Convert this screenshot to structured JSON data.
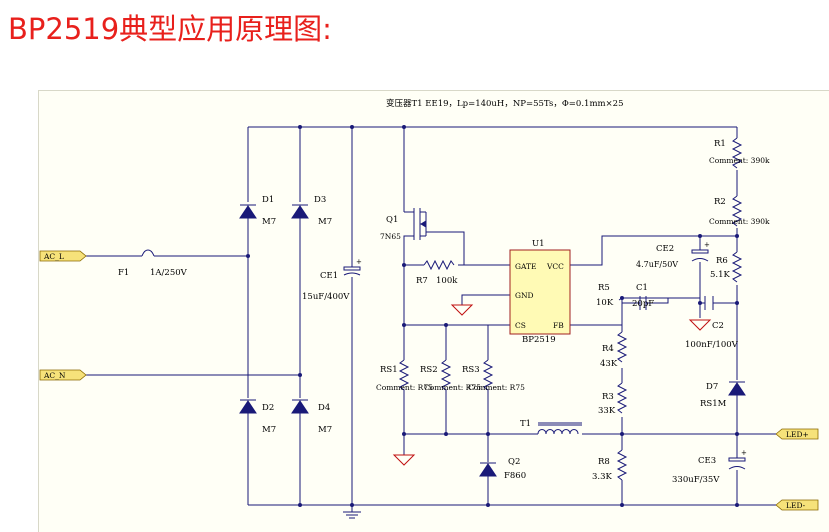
{
  "heading": {
    "text": "BP2519典型应用原理图:",
    "color": "#e8201c"
  },
  "schematic": {
    "transformer_note": "变压器T1    EE19，Lp=140uH，NP=55Ts，Φ=0.1mm×25",
    "ports": {
      "ac_l": "AC_L",
      "ac_n": "AC_N",
      "led_plus": "LED+",
      "led_minus": "LED-"
    },
    "fuse": {
      "ref": "F1",
      "value": "1A/250V"
    },
    "bridge": [
      {
        "ref": "D1",
        "value": "M7"
      },
      {
        "ref": "D3",
        "value": "M7"
      },
      {
        "ref": "D2",
        "value": "M7"
      },
      {
        "ref": "D4",
        "value": "M7"
      }
    ],
    "ce1": {
      "ref": "CE1",
      "value": "15uF/400V"
    },
    "q1": {
      "ref": "Q1",
      "value": "7N65"
    },
    "r7": {
      "ref": "R7",
      "value": "100k"
    },
    "ic": {
      "ref": "U1",
      "name": "BP2519",
      "pin_gate": "GATE",
      "pin_vcc": "VCC",
      "pin_gnd": "GND",
      "pin_cs": "CS",
      "pin_fb": "FB"
    },
    "r1": {
      "ref": "R1",
      "comment": "Comment: 390k"
    },
    "r2": {
      "ref": "R2",
      "comment": "Comment: 390k"
    },
    "ce2": {
      "ref": "CE2",
      "value": "4.7uF/50V"
    },
    "r6": {
      "ref": "R6",
      "value": "5.1K"
    },
    "c1": {
      "ref": "C1",
      "value": "20pF"
    },
    "c2": {
      "ref": "C2",
      "value": "100nF/100V"
    },
    "r5": {
      "ref": "R5",
      "value": "10K"
    },
    "r4": {
      "ref": "R4",
      "value": "43K"
    },
    "r3": {
      "ref": "R3",
      "value": "33K"
    },
    "r8": {
      "ref": "R8",
      "value": "3.3K"
    },
    "rs1": {
      "ref": "RS1",
      "comment": "Comment: R75"
    },
    "rs2": {
      "ref": "RS2",
      "comment": "Comment: R75"
    },
    "rs3": {
      "ref": "RS3",
      "comment": "Comment: R75"
    },
    "t1": {
      "ref": "T1"
    },
    "d7": {
      "ref": "D7",
      "value": "RS1M"
    },
    "q2": {
      "ref": "Q2",
      "value": "F860"
    },
    "ce3": {
      "ref": "CE3",
      "value": "330uF/35V"
    }
  }
}
